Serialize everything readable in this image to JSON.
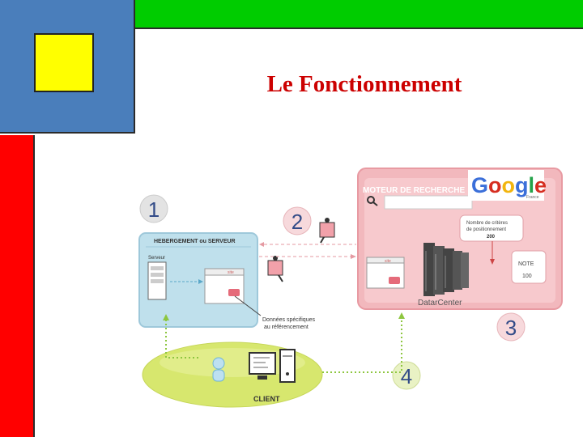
{
  "slide": {
    "title": "Le Fonctionnement",
    "colors": {
      "blue": "#4a7ebb",
      "yellow": "#ffff00",
      "green": "#00cc00",
      "red": "#ff0000",
      "title": "#cc0000"
    }
  },
  "diagram": {
    "server_box": {
      "header": "HEBERGEMENT ou SERVEUR",
      "label": "Serveur",
      "site_label": "site"
    },
    "search_box": {
      "header": "MOTEUR DE RECHERCHE",
      "logo": "Google",
      "logo_sub": "France",
      "criteria_line1": "Nombre de critères",
      "criteria_line2": "de positionnement",
      "criteria_value": "200",
      "note_label": "NOTE",
      "note_value": "100",
      "site_label": "site",
      "datacenter_label": "DatarCenter"
    },
    "annotation_line1": "Données spécifiques",
    "annotation_line2": "au référencement",
    "client_label": "CLIENT",
    "steps": [
      "1",
      "2",
      "3",
      "4"
    ]
  }
}
